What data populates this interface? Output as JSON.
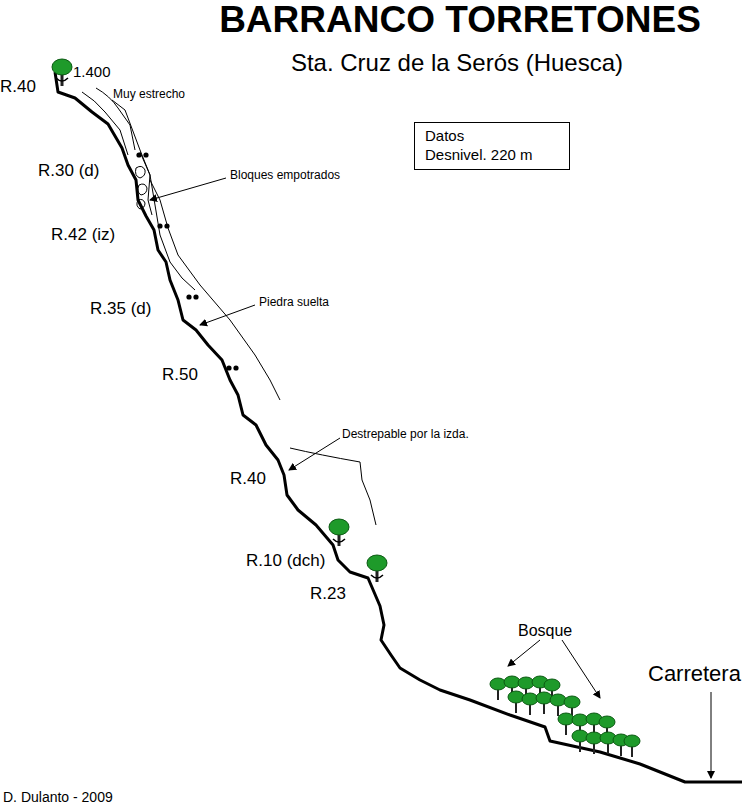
{
  "diagram": {
    "title": "BARRANCO TORRETONES",
    "caption": "Sta. Cruz de la Serós (Huesca)",
    "nodes": [
      {
        "text": [
          "Datos",
          "Desnivel. 220 m"
        ]
      }
    ],
    "labels": [
      "1.400",
      "R.40",
      "Muy estrecho",
      "R.30 (d)",
      "Bloques empotrados",
      "R.42 (iz)",
      "R.35 (d)",
      "Piedra suelta",
      "R.50",
      "Destrepable por la izda.",
      "R.40",
      "R.10 (dch)",
      "R.23",
      "Bosque",
      "Carretera",
      "D. Dulanto - 2009"
    ]
  }
}
